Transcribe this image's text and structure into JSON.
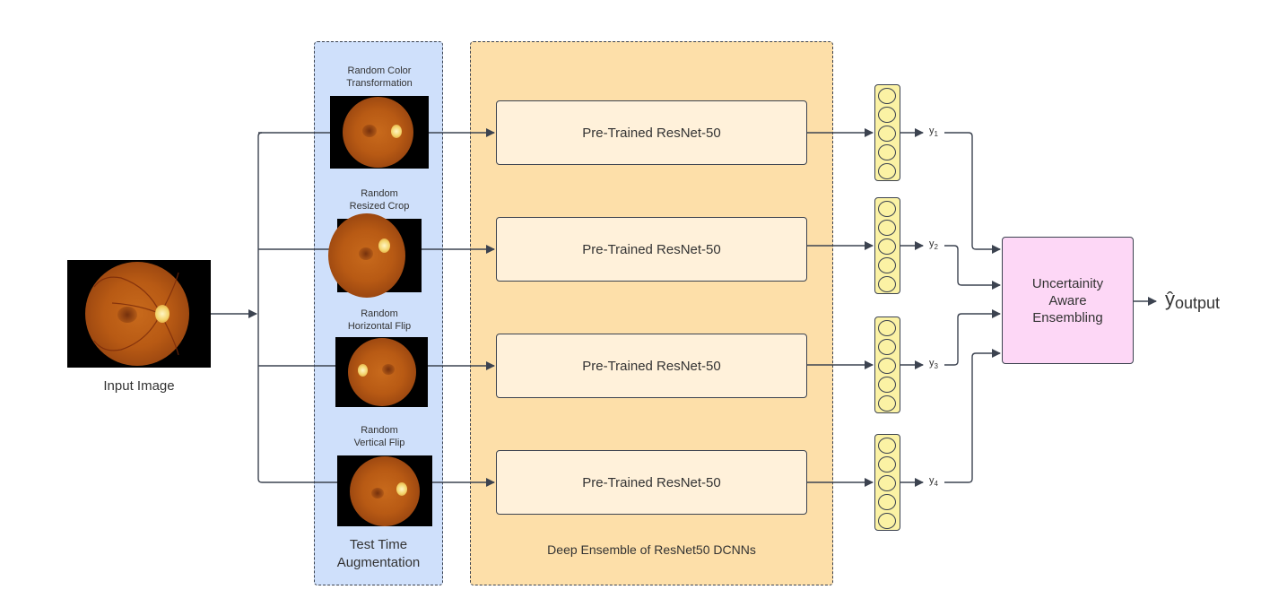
{
  "input_image": {
    "label": "Input Image"
  },
  "tta": {
    "title": "Test Time\nAugmentation",
    "branches": [
      {
        "label": "Random Color\nTransformation"
      },
      {
        "label": "Random\nResized Crop"
      },
      {
        "label": "Random\nHorizontal Flip"
      },
      {
        "label": "Random\nVertical Flip"
      }
    ]
  },
  "ensemble": {
    "title": "Deep Ensemble of ResNet50 DCNNs",
    "models": [
      "Pre-Trained ResNet-50",
      "Pre-Trained ResNet-50",
      "Pre-Trained ResNet-50",
      "Pre-Trained ResNet-50"
    ]
  },
  "outputs": [
    {
      "base": "y",
      "sub": "1"
    },
    {
      "base": "y",
      "sub": "2"
    },
    {
      "base": "y",
      "sub": "3"
    },
    {
      "base": "y",
      "sub": "4"
    }
  ],
  "aggregator": {
    "label": "Uncertainity\nAware\nEnsembling"
  },
  "final_output": {
    "base": "ŷ",
    "sub": "output"
  },
  "colors": {
    "tta_panel": "#cfe0fb",
    "ensemble_panel": "#fddfa9",
    "resnet_box": "#fff1da",
    "neuron_fill": "#fbf2a4",
    "aggregator_fill": "#fdd7f6",
    "stroke": "#3c4350"
  }
}
